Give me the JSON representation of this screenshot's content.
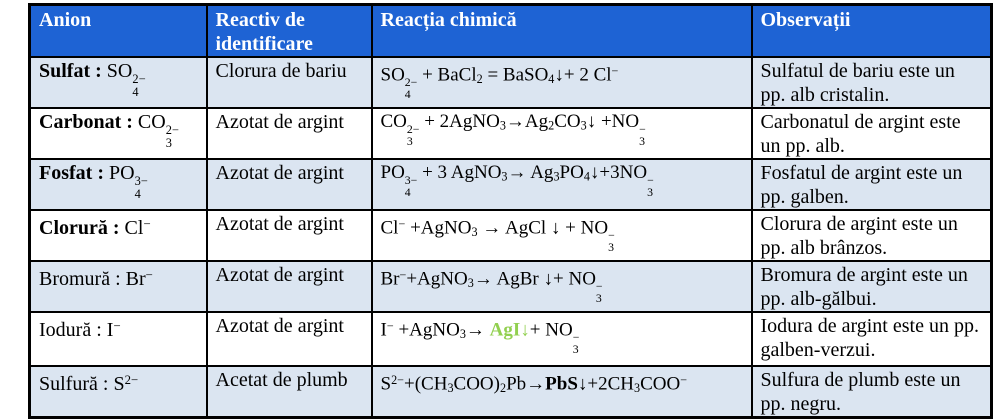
{
  "colors": {
    "header_bg": "#1e63d4",
    "header_text": "#ffffff",
    "stripe_bg": "#dbe5f1",
    "border": "#000000",
    "precipitate_green": "#92d050"
  },
  "table": {
    "headers": [
      "Anion",
      "Reactiv de identificare",
      "Reacția chimică",
      "Observații"
    ],
    "rows": [
      {
        "shaded": true,
        "anion": [
          {
            "t": "Sulfat : ",
            "b": 1
          },
          {
            "t": "SO"
          },
          {
            "stack": [
              "2−",
              "4"
            ]
          }
        ],
        "reagent": "Clorura de bariu",
        "reaction": [
          {
            "t": "SO"
          },
          {
            "stack": [
              "2−",
              "4"
            ]
          },
          {
            "t": " + BaCl"
          },
          {
            "sub": "2"
          },
          {
            "t": " = BaSO"
          },
          {
            "sub": "4"
          },
          {
            "t": "↓+ 2 Cl"
          },
          {
            "sup": "−"
          }
        ],
        "observation": "Sulfatul de bariu este un pp. alb cristalin."
      },
      {
        "shaded": false,
        "anion": [
          {
            "t": "Carbonat : ",
            "b": 1
          },
          {
            "t": "CO"
          },
          {
            "stack": [
              "2−",
              "3"
            ]
          }
        ],
        "reagent": "Azotat de argint",
        "reaction": [
          {
            "t": "CO"
          },
          {
            "stack": [
              "2−",
              "3"
            ]
          },
          {
            "t": " + 2AgNO"
          },
          {
            "sub": "3"
          },
          {
            "t": "→Ag"
          },
          {
            "sub": "2"
          },
          {
            "t": "CO"
          },
          {
            "sub": "3"
          },
          {
            "t": "↓ +NO"
          },
          {
            "stack": [
              "−",
              "3"
            ]
          }
        ],
        "observation": "Carbonatul de argint este un pp. alb."
      },
      {
        "shaded": true,
        "anion": [
          {
            "t": "Fosfat : ",
            "b": 1
          },
          {
            "t": "PO"
          },
          {
            "stack": [
              "3−",
              "4"
            ]
          }
        ],
        "reagent": "Azotat de argint",
        "reaction": [
          {
            "t": " PO"
          },
          {
            "stack": [
              "3−",
              "4"
            ]
          },
          {
            "t": " + 3 AgNO"
          },
          {
            "sub": "3"
          },
          {
            "t": "→ Ag"
          },
          {
            "sub": "3"
          },
          {
            "t": "PO"
          },
          {
            "sub": "4"
          },
          {
            "t": "↓+3NO"
          },
          {
            "stack": [
              "−",
              "3"
            ]
          }
        ],
        "observation": "Fosfatul de argint este un pp. galben."
      },
      {
        "shaded": false,
        "anion": [
          {
            "t": "Clorură : ",
            "b": 1
          },
          {
            "t": "Cl"
          },
          {
            "sup": "−"
          }
        ],
        "reagent": "Azotat de argint",
        "reaction": [
          {
            "t": "Cl"
          },
          {
            "sup": "−"
          },
          {
            "t": " +AgNO"
          },
          {
            "sub": "3"
          },
          {
            "t": " → AgCl ↓ + NO"
          },
          {
            "stack": [
              "−",
              "3"
            ]
          }
        ],
        "observation": "Clorura de argint este un pp. alb brânzos."
      },
      {
        "shaded": true,
        "anion": [
          {
            "t": "Bromură : "
          },
          {
            "t": "Br"
          },
          {
            "sup": "−"
          }
        ],
        "reagent": "Azotat de argint",
        "reaction": [
          {
            "t": " Br"
          },
          {
            "sup": "−"
          },
          {
            "t": "+AgNO"
          },
          {
            "sub": "3"
          },
          {
            "t": "→ AgBr ↓+ NO"
          },
          {
            "stack": [
              "−",
              "3"
            ]
          }
        ],
        "observation": "Bromura de argint este un pp. alb-gălbui."
      },
      {
        "shaded": false,
        "anion": [
          {
            "t": "Iodură : "
          },
          {
            "t": "I"
          },
          {
            "sup": "−"
          }
        ],
        "reagent": "Azotat de argint",
        "reaction": [
          {
            "t": "I"
          },
          {
            "sup": "−"
          },
          {
            "t": " +AgNO"
          },
          {
            "sub": "3"
          },
          {
            "t": "→ "
          },
          {
            "t": "AgI",
            "g": 1,
            "b": 1
          },
          {
            "t": "↓",
            "g": 1
          },
          {
            "t": "+ NO"
          },
          {
            "stack": [
              "−",
              "3"
            ]
          }
        ],
        "observation": "Iodura de argint este un pp. galben-verzui."
      },
      {
        "shaded": true,
        "anion": [
          {
            "t": "Sulfură : "
          },
          {
            "t": "S"
          },
          {
            "sup": "2−"
          }
        ],
        "reagent": "Acetat de plumb",
        "reaction": [
          {
            "t": "S"
          },
          {
            "sup": "2−"
          },
          {
            "t": "+(CH"
          },
          {
            "sub": "3"
          },
          {
            "t": "COO)"
          },
          {
            "sub": "2"
          },
          {
            "t": "Pb→"
          },
          {
            "t": "PbS",
            "b": 1
          },
          {
            "t": "↓+2CH"
          },
          {
            "sub": "3"
          },
          {
            "t": "COO"
          },
          {
            "sup": "−"
          }
        ],
        "observation": "Sulfura de plumb este un pp. negru."
      }
    ]
  }
}
